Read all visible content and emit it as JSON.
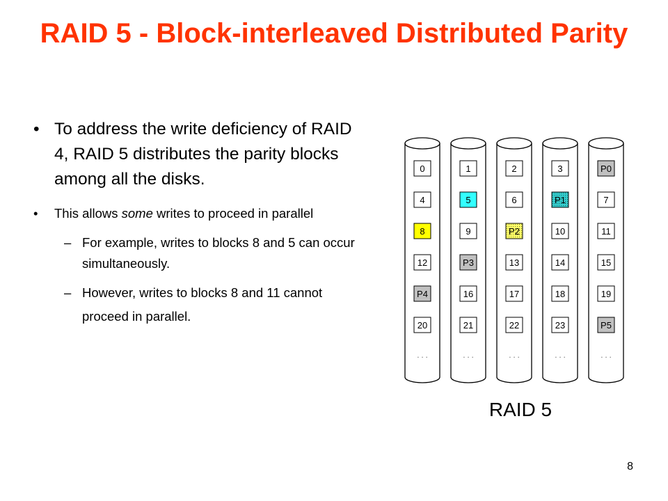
{
  "title": "RAID 5 - Block-interleaved Distributed Parity",
  "bullets": {
    "main": "To address the write deficiency of RAID 4, RAID 5 distributes the parity blocks among all the disks.",
    "secondary_pre": "This allows ",
    "secondary_em": "some",
    "secondary_post": " writes to proceed in parallel",
    "dash_marker": "–",
    "example1": "For example, writes to blocks 8 and 5 can occur simultaneously.",
    "example2": "However, writes to blocks 8 and 11 cannot proceed in parallel.",
    "bullet_marker": "•"
  },
  "diagram": {
    "caption": "RAID 5",
    "ellipsis": ". . .",
    "disks": [
      {
        "name": "disk-0",
        "blocks": [
          "0",
          "4",
          "8",
          "12",
          "P4",
          "20"
        ]
      },
      {
        "name": "disk-1",
        "blocks": [
          "1",
          "5",
          "9",
          "P3",
          "16",
          "21"
        ]
      },
      {
        "name": "disk-2",
        "blocks": [
          "2",
          "6",
          "P2",
          "13",
          "17",
          "22"
        ]
      },
      {
        "name": "disk-3",
        "blocks": [
          "3",
          "P1",
          "10",
          "14",
          "18",
          "23"
        ]
      },
      {
        "name": "disk-4",
        "blocks": [
          "P0",
          "7",
          "11",
          "15",
          "19",
          "P5"
        ]
      }
    ],
    "highlights": {
      "8": {
        "fill": "#ffff00",
        "dotted": false
      },
      "5": {
        "fill": "#33ffff",
        "dotted": false
      },
      "P2": {
        "fill": "#ffff66",
        "dotted": true
      },
      "P1": {
        "fill": "#33cccc",
        "dotted": true
      }
    },
    "parity_fill": "#c0c0c0",
    "block_fill": "#ffffff"
  },
  "colors": {
    "title": "#ff3300"
  },
  "page_number": "8"
}
